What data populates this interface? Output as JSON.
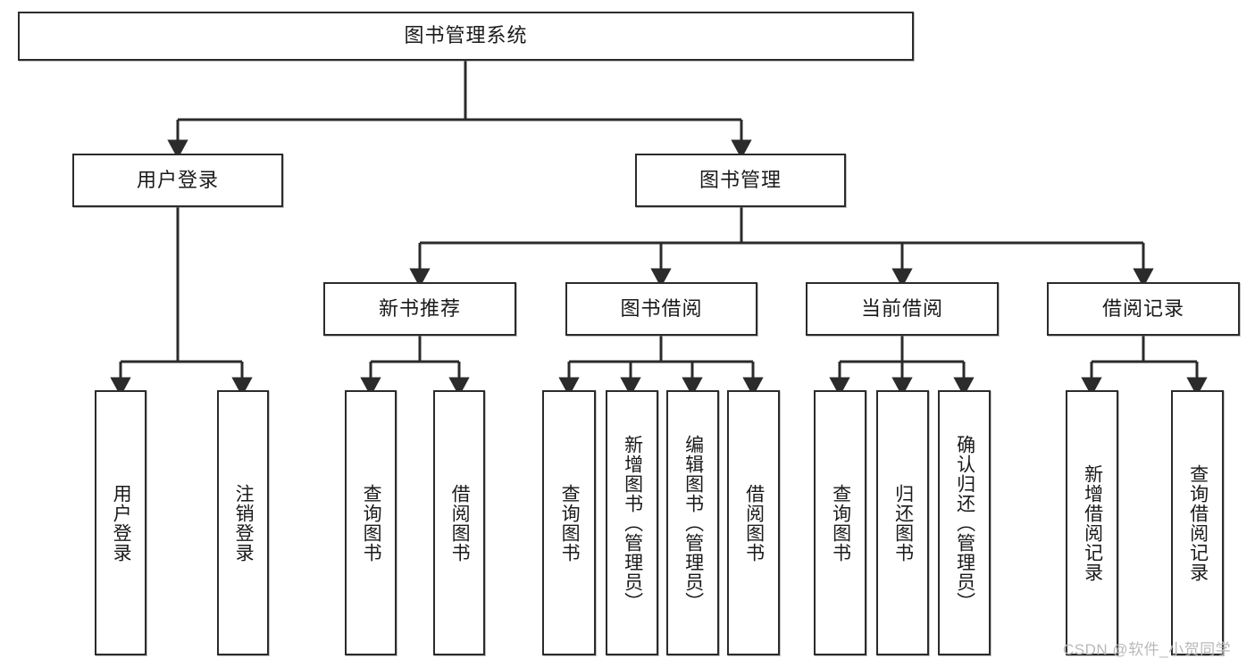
{
  "diagram": {
    "title": "图书管理系统",
    "watermark": "CSDN @软件_小贺同学",
    "line_color": "#2b2b2b",
    "box_border_color": "#2b2b2b",
    "box_fill_color": "#ffffff",
    "text_color": "#1a1a1a",
    "watermark_color": "#b9b9b9"
  },
  "root": {
    "label": "图书管理系统"
  },
  "level2": [
    {
      "label": "用户登录"
    },
    {
      "label": "图书管理"
    }
  ],
  "level3": [
    {
      "label": "新书推荐"
    },
    {
      "label": "图书借阅"
    },
    {
      "label": "当前借阅"
    },
    {
      "label": "借阅记录"
    }
  ],
  "leaves": {
    "user_login": [
      {
        "label": "用户登录"
      },
      {
        "label": "注销登录"
      }
    ],
    "new_book_recommend": [
      {
        "label": "查询图书"
      },
      {
        "label": "借阅图书"
      }
    ],
    "book_borrow": [
      {
        "label": "查询图书"
      },
      {
        "label": "新增图书（管理员）"
      },
      {
        "label": "编辑图书（管理员）"
      },
      {
        "label": "借阅图书"
      }
    ],
    "current_borrow": [
      {
        "label": "查询图书"
      },
      {
        "label": "归还图书"
      },
      {
        "label": "确认归还（管理员）"
      }
    ],
    "borrow_record": [
      {
        "label": "新增借阅记录"
      },
      {
        "label": "查询借阅记录"
      }
    ]
  },
  "chart_data": {
    "type": "table",
    "title": "图书管理系统 功能结构图",
    "tree": {
      "label": "图书管理系统",
      "children": [
        {
          "label": "用户登录",
          "children": [
            {
              "label": "用户登录"
            },
            {
              "label": "注销登录"
            }
          ]
        },
        {
          "label": "图书管理",
          "children": [
            {
              "label": "新书推荐",
              "children": [
                {
                  "label": "查询图书"
                },
                {
                  "label": "借阅图书"
                }
              ]
            },
            {
              "label": "图书借阅",
              "children": [
                {
                  "label": "查询图书"
                },
                {
                  "label": "新增图书（管理员）"
                },
                {
                  "label": "编辑图书（管理员）"
                },
                {
                  "label": "借阅图书"
                }
              ]
            },
            {
              "label": "当前借阅",
              "children": [
                {
                  "label": "查询图书"
                },
                {
                  "label": "归还图书"
                },
                {
                  "label": "确认归还（管理员）"
                }
              ]
            },
            {
              "label": "借阅记录",
              "children": [
                {
                  "label": "新增借阅记录"
                },
                {
                  "label": "查询借阅记录"
                }
              ]
            }
          ]
        }
      ]
    }
  }
}
